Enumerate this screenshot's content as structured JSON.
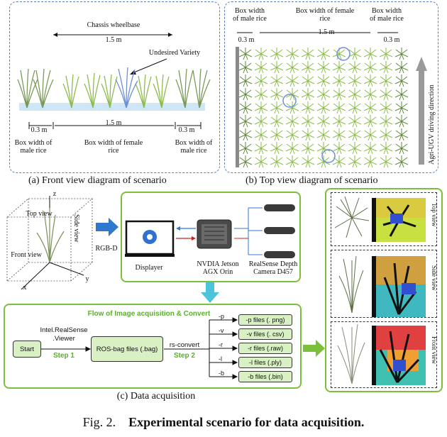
{
  "panel_a": {
    "chassis_title": "Chassis wheelbase",
    "chassis_dim": "1.5 m",
    "undesired": "Undesired Variety",
    "left_dim": "0.3 m",
    "mid_dim": "1.5 m",
    "right_dim": "0.3 m",
    "left_label": "Box width of male rice",
    "mid_label": "Box width of female rice",
    "right_label": "Box width of male rice",
    "caption": "(a) Front view diagram of scenario"
  },
  "panel_b": {
    "left_label": "Box width of male rice",
    "mid_label": "Box width of female rice",
    "right_label": "Box width of male rice",
    "left_dim": "0.3 m",
    "mid_dim": "1.5 m",
    "right_dim": "0.3 m",
    "direction": "Agri-UGV driving direction",
    "caption": "(b) Top view diagram of scenario"
  },
  "panel_c": {
    "axis_z": "z",
    "axis_x": "x",
    "axis_y": "y",
    "top_view": "Top view",
    "side_view": "Side view",
    "front_view": "Front view",
    "rgbd": "RGB-D",
    "displayer": "Displayer",
    "jetson": "NVDIA Jetson AGX Orin",
    "camera": "RealSense Depth Camera D457",
    "flow_title": "Flow of Image acquisition & Convert",
    "start": "Start",
    "viewer": "Intel.RealSense .Viewer",
    "step1": "Step 1",
    "rosbag": "ROS-bag files (.bag)",
    "rsconvert": "rs-convert",
    "step2": "Step 2",
    "flags": [
      "-p",
      "-v",
      "-r",
      "-l",
      "-b"
    ],
    "files": [
      "-p files (. png)",
      "-v files (. csv)",
      "-r files (.raw)",
      "-l files (.ply)",
      "-b files (.bin)"
    ],
    "caption": "(c) Data acquisition"
  },
  "right_panel": {
    "views": [
      "Top view",
      "Side view",
      "Front view"
    ]
  },
  "figure_caption": {
    "prefix": "Fig. 2.",
    "title": "Experimental scenario for data acquisition."
  },
  "colors": {
    "frame_blue": "#5b7fb8",
    "frame_green": "#7cbf3a",
    "flow_green": "#5ab02c",
    "arrow_blue": "#2f78d0",
    "arrow_red": "#d02020",
    "node_fill": "#d9f0c4"
  }
}
